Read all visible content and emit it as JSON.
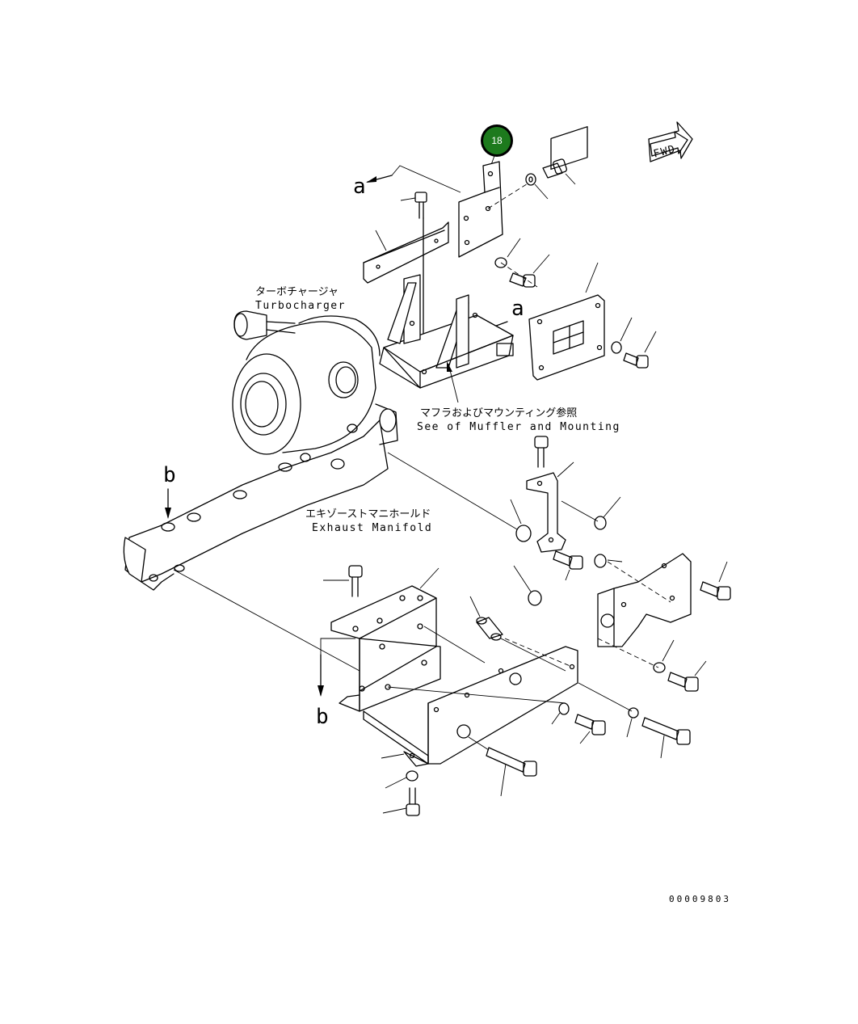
{
  "callout": {
    "number": "18",
    "color": "#1d7a1d"
  },
  "fwd_label": "FWD",
  "refs": {
    "a_top": "a",
    "a_mid": "a",
    "b_top": "b",
    "b_bottom": "b"
  },
  "labels": {
    "turbo_jp": "ターボチャージャ",
    "turbo_en": "Turbocharger",
    "muffler_jp": "マフラおよびマウンティング参照",
    "muffler_en": "See of Muffler and Mounting",
    "manifold_jp": "エキゾーストマニホールド",
    "manifold_en": "Exhaust Manifold"
  },
  "drawing_number": "00009803"
}
